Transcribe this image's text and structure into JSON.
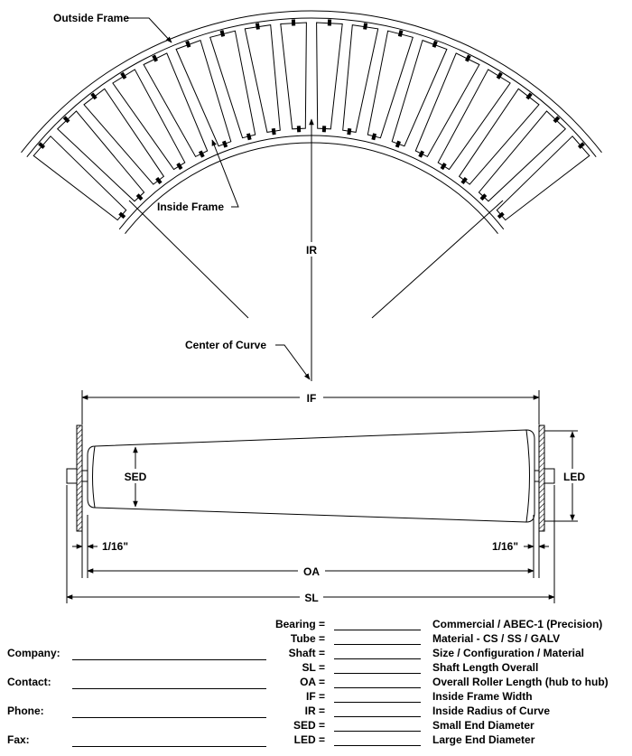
{
  "diagram": {
    "labels": {
      "outside_frame": "Outside Frame",
      "inside_frame": "Inside Frame",
      "ir": "IR",
      "center_of_curve": "Center of Curve",
      "if": "IF",
      "sed": "SED",
      "led": "LED",
      "clearance_left": "1/16\"",
      "clearance_right": "1/16\"",
      "oa": "OA",
      "sl": "SL"
    }
  },
  "form": {
    "contact_fields": [
      {
        "label": "Company:",
        "value": ""
      },
      {
        "label": "Contact:",
        "value": ""
      },
      {
        "label": "Phone:",
        "value": ""
      },
      {
        "label": "Fax:",
        "value": ""
      }
    ],
    "spec_rows": [
      {
        "key": "Bearing =",
        "value": "",
        "description": "Commercial / ABEC-1 (Precision)"
      },
      {
        "key": "Tube =",
        "value": "",
        "description": "Material - CS / SS / GALV"
      },
      {
        "key": "Shaft =",
        "value": "",
        "description": "Size / Configuration / Material"
      },
      {
        "key": "SL =",
        "value": "",
        "description": "Shaft Length Overall"
      },
      {
        "key": "OA =",
        "value": "",
        "description": "Overall Roller Length (hub to hub)"
      },
      {
        "key": "IF =",
        "value": "",
        "description": "Inside Frame Width"
      },
      {
        "key": "IR =",
        "value": "",
        "description": "Inside Radius of Curve"
      },
      {
        "key": "SED =",
        "value": "",
        "description": "Small End Diameter"
      },
      {
        "key": "LED =",
        "value": "",
        "description": "Large End Diameter"
      }
    ]
  }
}
